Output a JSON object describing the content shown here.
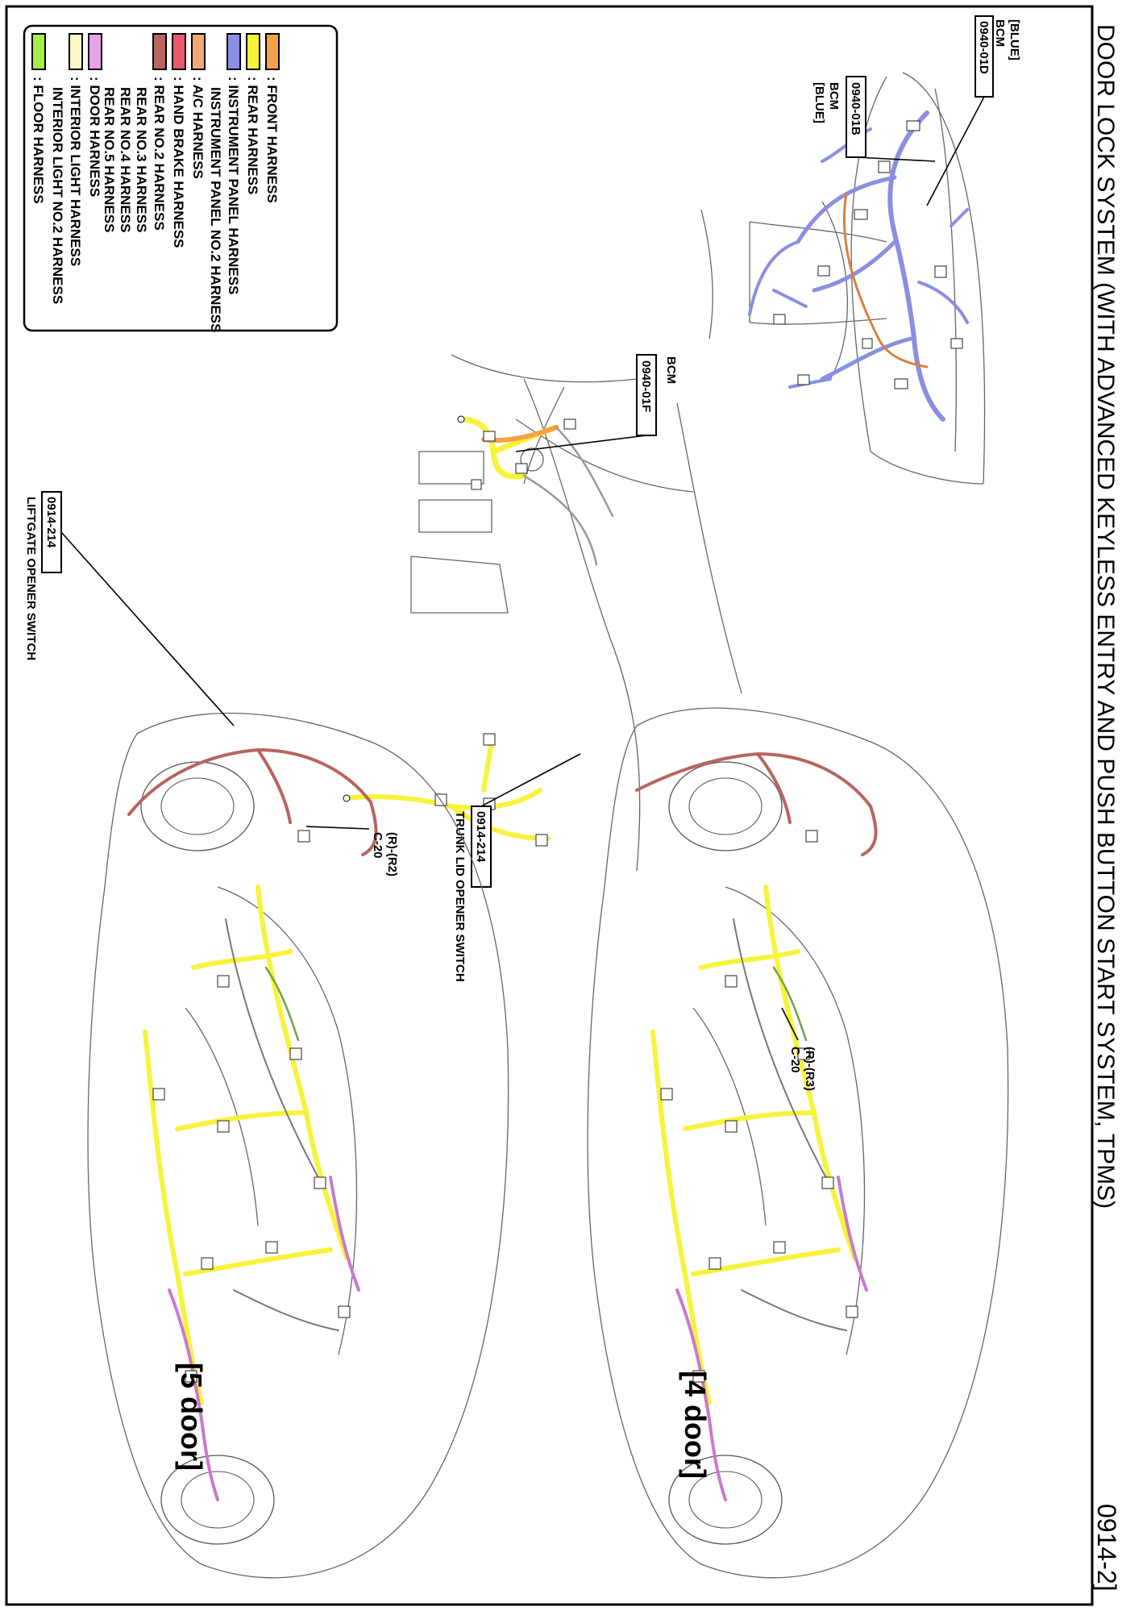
{
  "page": {
    "title": "DOOR LOCK SYSTEM (WITH ADVANCED KEYLESS ENTRY AND PUSH BUTTON START SYSTEM, TPMS)",
    "page_number": "0914-2]"
  },
  "legend": {
    "items": [
      {
        "label": ": FRONT HARNESS",
        "color": "#F4A14A"
      },
      {
        "label": ": REAR HARNESS",
        "color": "#F7F33A"
      },
      {
        "label": ": INSTRUMENT PANEL HARNESS",
        "color": "#8A8FE0"
      },
      {
        "label": "INSTRUMENT PANEL NO.2 HARNESS",
        "color": ""
      },
      {
        "label": ": A/C HARNESS",
        "color": "#F4A872"
      },
      {
        "label": ": HAND BRAKE HARNESS",
        "color": "#E85A6E"
      },
      {
        "label": ": REAR NO.2 HARNESS",
        "color": "#B86460"
      },
      {
        "label": "REAR NO.3 HARNESS",
        "color": ""
      },
      {
        "label": "REAR NO.4 HARNESS",
        "color": ""
      },
      {
        "label": "REAR NO.5 HARNESS",
        "color": ""
      },
      {
        "label": ": DOOR HARNESS",
        "color": "#E5A3E8"
      },
      {
        "label": ": INTERIOR LIGHT HARNESS",
        "color": "#FBF6C8"
      },
      {
        "label": "INTERIOR LIGHT NO.2 HARNESS",
        "color": ""
      },
      {
        "label": ": FLOOR HARNESS",
        "color": "#A6F04A"
      }
    ]
  },
  "callouts": {
    "bcm_d": {
      "lines": [
        "[BLUE]",
        "BCM"
      ],
      "code": "0940-01D"
    },
    "bcm_b": {
      "code": "0940-01B",
      "lines": [
        "BCM",
        "[BLUE]"
      ]
    },
    "bcm_f": {
      "lines": [
        "BCM"
      ],
      "code": "0940-01F"
    },
    "trunk": {
      "code": "0914-214",
      "lines": [
        "TRUNK LID OPENER SWITCH"
      ]
    },
    "liftgate": {
      "code": "0914-214",
      "lines": [
        "LIFTGATE OPENER SWITCH"
      ]
    },
    "c20_4door": {
      "lines": [
        "(R)-(R3)",
        "C-20"
      ]
    },
    "c20_5door": {
      "lines": [
        "(R)-(R2)",
        "C-20"
      ]
    }
  },
  "variants": {
    "four_door": "[4 door]",
    "five_door": "[5 door]"
  },
  "colors": {
    "front_harness": "#F4A14A",
    "rear_harness": "#F7F33A",
    "instrument_panel": "#8A8FE0",
    "rear_no2": "#B86460",
    "door_harness": "#C87ACB",
    "floor_harness": "#A6F04A"
  }
}
